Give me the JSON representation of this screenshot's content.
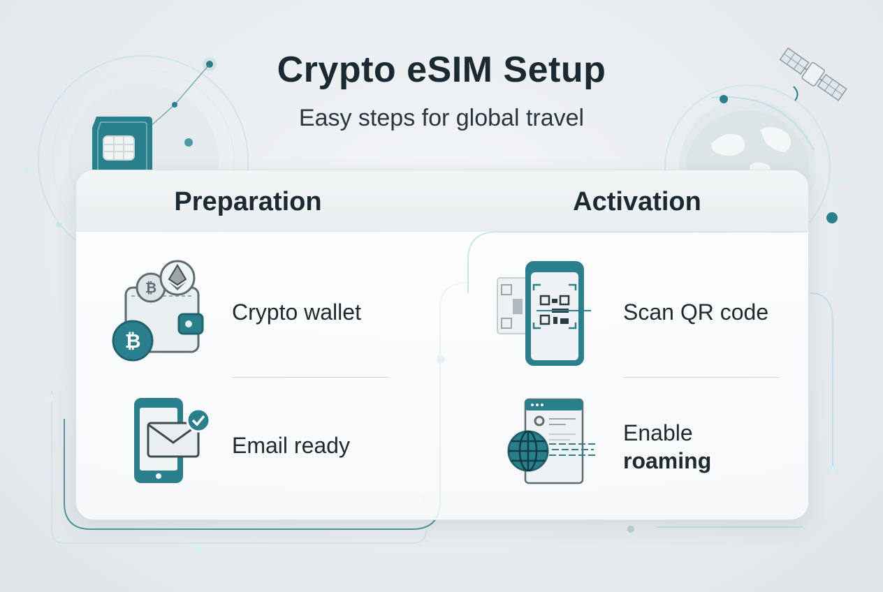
{
  "header": {
    "title": "Crypto eSIM Setup",
    "subtitle": "Easy steps for global travel"
  },
  "columns": [
    {
      "title": "Preparation",
      "items": [
        {
          "label": "Crypto wallet",
          "icon": "crypto-wallet-icon"
        },
        {
          "label": "Email ready",
          "icon": "phone-email-icon"
        }
      ]
    },
    {
      "title": "Activation",
      "items": [
        {
          "label": "Scan QR code",
          "icon": "qr-scan-icon"
        },
        {
          "label_line1": "Enable",
          "label_line2": "roaming",
          "icon": "roaming-globe-icon"
        }
      ]
    }
  ],
  "decorations": [
    "sim-card-icon",
    "satellite-icon",
    "globe-icon"
  ],
  "colors": {
    "accent": "#2a7f8c",
    "accent_dark": "#1f6370",
    "text": "#1b2a32"
  }
}
